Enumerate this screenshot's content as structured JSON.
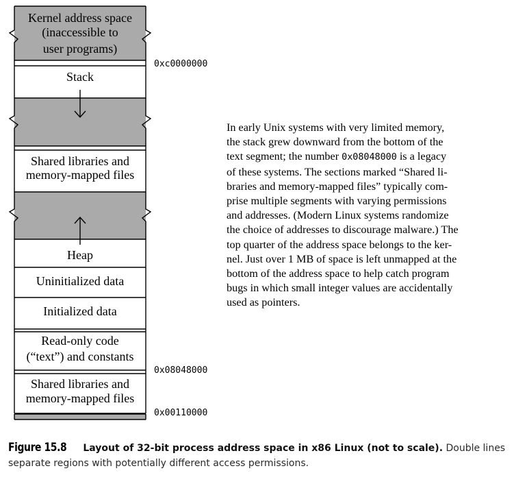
{
  "diagram": {
    "regions": [
      {
        "label_lines": [
          "Kernel address space",
          "(inaccessible to",
          "user programs)"
        ],
        "shaded": true
      },
      {
        "label_lines": [
          "Stack"
        ],
        "shaded": false
      },
      {
        "label_lines": [],
        "shaded": true,
        "arrow": "down"
      },
      {
        "label_lines": [
          "Shared libraries and",
          "memory-mapped files"
        ],
        "shaded": false
      },
      {
        "label_lines": [],
        "shaded": true,
        "arrow": "up"
      },
      {
        "label_lines": [
          "Heap"
        ],
        "shaded": false
      },
      {
        "label_lines": [
          "Uninitialized data"
        ],
        "shaded": false
      },
      {
        "label_lines": [
          "Initialized data"
        ],
        "shaded": false
      },
      {
        "label_lines": [
          "Read-only code",
          "(“text”) and constants"
        ],
        "shaded": false
      },
      {
        "label_lines": [
          "Shared libraries and",
          "memory-mapped files"
        ],
        "shaded": false
      },
      {
        "label_lines": [],
        "shaded": true
      }
    ],
    "addresses": [
      "0xc0000000",
      "0x08048000",
      "0x00110000"
    ],
    "colors": {
      "shaded": "#aaaaaa",
      "white": "#ffffff",
      "line": "#000000"
    }
  },
  "body_text_lines": [
    "In early Unix systems with very limited memory,",
    "the stack grew downward from the bottom of the",
    "text segment; the number ",
    "0x08048000",
    " is a legacy",
    "of these systems.  The sections marked “Shared li-",
    "braries and memory-mapped files” typically com-",
    "prise multiple segments with varying permissions",
    "and addresses.  (Modern Linux systems randomize",
    "the choice of addresses to discourage malware.) The",
    "top quarter of the address space belongs to the ker-",
    "nel. Just over 1 MB of space is left unmapped at the",
    "bottom of the address space to help catch program",
    "bugs in which small integer values are accidentally",
    "used as pointers."
  ],
  "caption": {
    "figure_number": "Figure 15.8",
    "title": "Layout of 32-bit process address space in x86 Linux (not to scale).",
    "text": " Double lines separate regions with potentially different access permissions."
  }
}
